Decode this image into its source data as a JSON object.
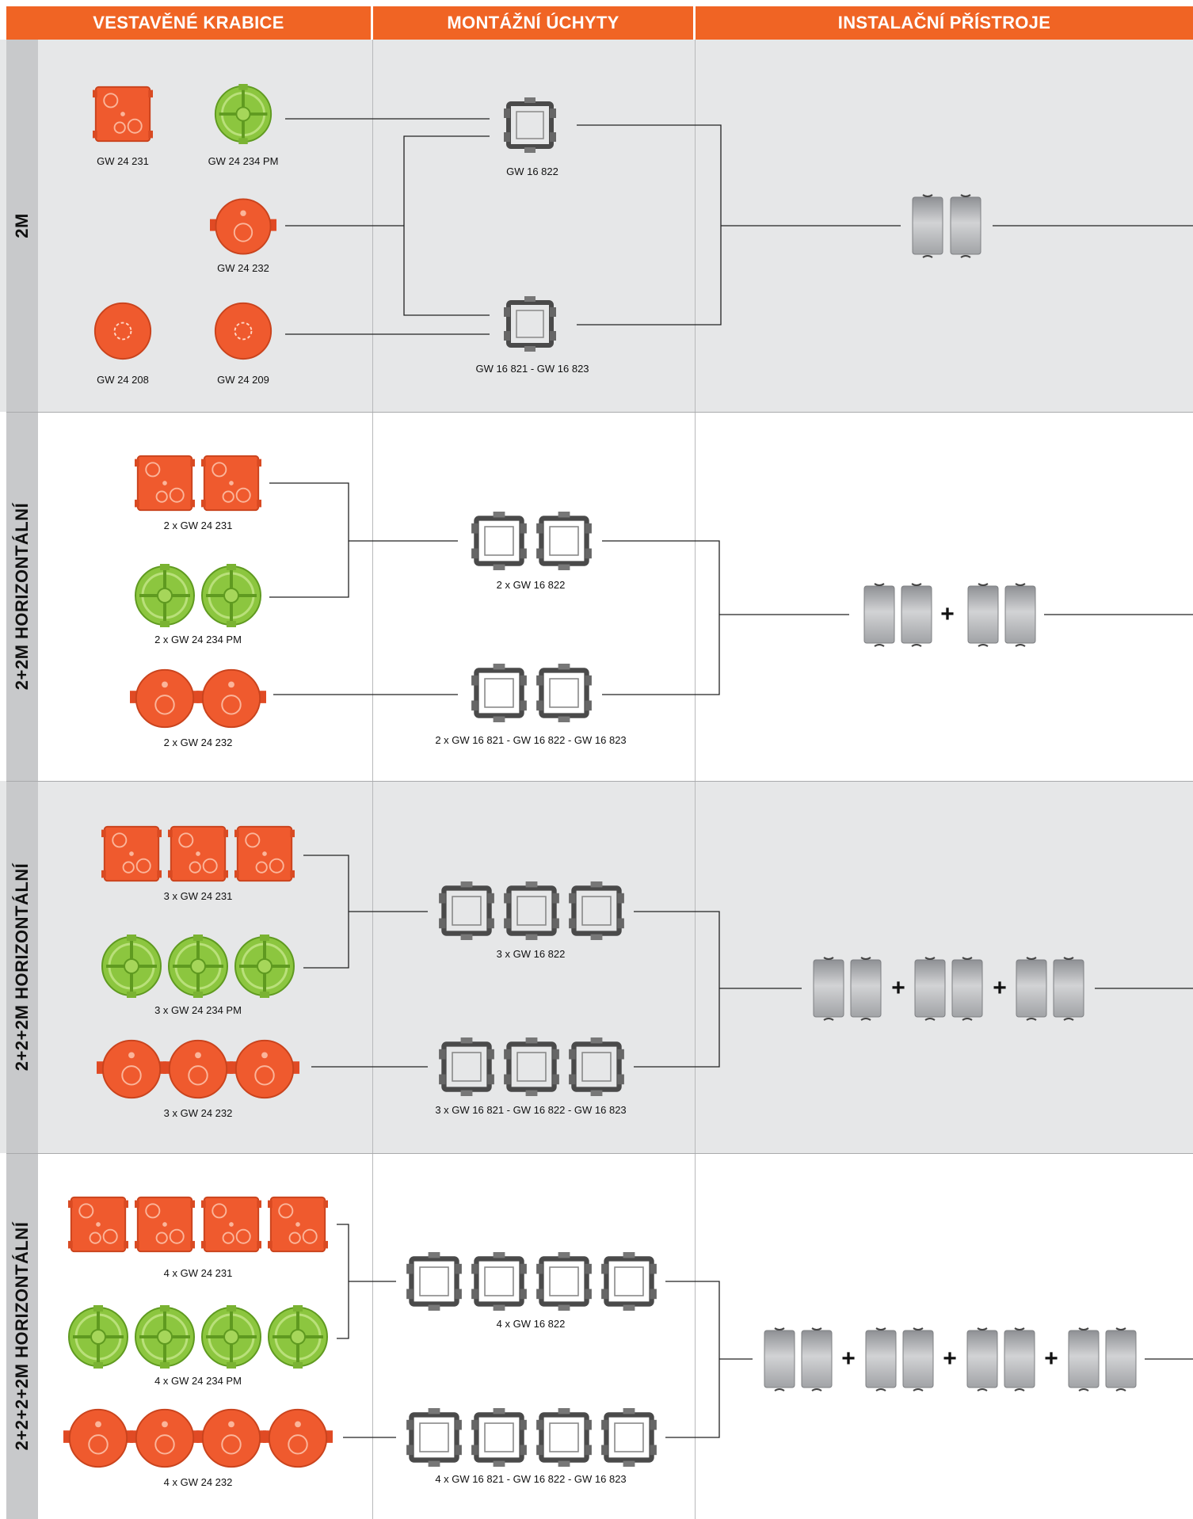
{
  "headers": {
    "boxes": "VESTAVĚNÉ KRABICE",
    "frames": "MONTÁŽNÍ ÚCHYTY",
    "devices": "INSTALAČNÍ PŘÍSTROJE"
  },
  "colors": {
    "accent": "#f06424",
    "box_orange": "#ef5a2e",
    "box_green": "#8cc63f",
    "frame": "#4a4a4a",
    "device": "#a7a9ac"
  },
  "rows": [
    {
      "side": "2M",
      "labels": {
        "b1": "GW 24 231",
        "b2": "GW 24 234 PM",
        "b3": "GW 24 232",
        "b4": "GW 24 208",
        "b5": "GW 24 209",
        "f1": "GW 16 822",
        "f2": "GW 16 821 - GW 16 823"
      }
    },
    {
      "side": "2+2M HORIZONTÁLNÍ",
      "labels": {
        "b1": "2 x GW 24 231",
        "b2": "2 x GW 24 234 PM",
        "b3": "2 x GW 24 232",
        "f1": "2 x GW 16 822",
        "f2": "2 x GW 16 821 - GW 16 822 - GW 16 823"
      }
    },
    {
      "side": "2+2+2M HORIZONTÁLNÍ",
      "labels": {
        "b1": "3 x GW 24 231",
        "b2": "3 x GW 24 234 PM",
        "b3": "3 x GW 24 232",
        "f1": "3 x GW 16 822",
        "f2": "3 x GW 16 821 - GW 16 822 - GW 16 823"
      }
    },
    {
      "side": "2+2+2+2M HORIZONTÁLNÍ",
      "labels": {
        "b1": "4 x GW 24 231",
        "b2": "4 x GW 24 234 PM",
        "b3": "4 x GW 24 232",
        "f1": "4 x GW 16 822",
        "f2": "4 x GW 16 821 - GW 16 822 - GW 16 823"
      }
    }
  ],
  "plus_sign": "+",
  "icons": {
    "square_box": "square-box-icon",
    "round_box": "round-box-icon",
    "green_box": "green-box-icon",
    "frame": "mounting-frame-icon",
    "device": "switch-module-icon"
  }
}
